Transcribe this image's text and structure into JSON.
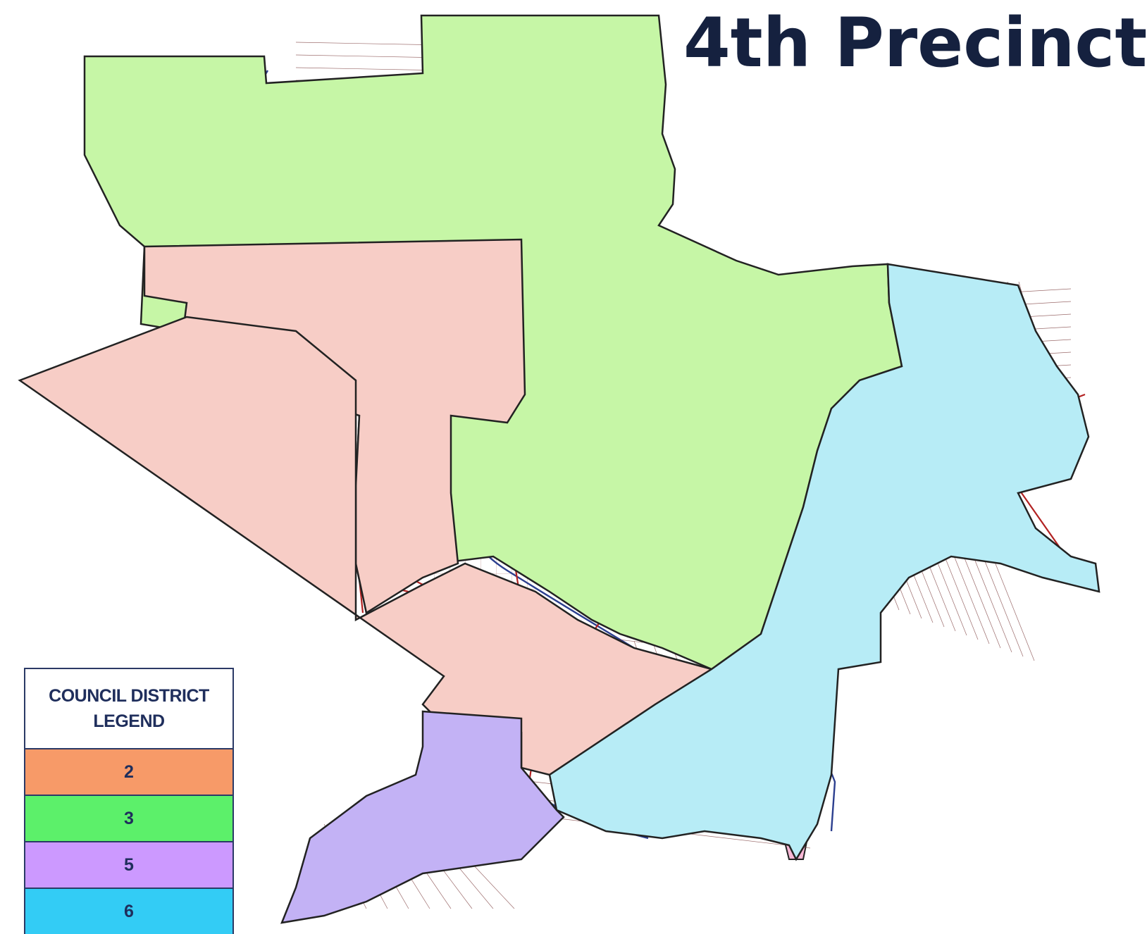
{
  "title": "4th Precinct",
  "legend": {
    "header": "COUNCIL DISTRICT LEGEND",
    "rows": [
      {
        "label": "2",
        "color": "#f79a68"
      },
      {
        "label": "3",
        "color": "#5cf06a"
      },
      {
        "label": "5",
        "color": "#cc99ff"
      },
      {
        "label": "6",
        "color": "#33ccf5"
      }
    ]
  },
  "map_colors": {
    "district_2_fill": "#f7cdc6",
    "district_3_fill": "#c6f6a6",
    "district_5_fill": "#c3b2f5",
    "district_6_fill": "#b7ecf6",
    "district_pink_fill": "#f7b7d5",
    "major_road": "#b22222",
    "railway": "#2c3f8f",
    "water": "#3aa0e0",
    "boundary": "#222222"
  }
}
